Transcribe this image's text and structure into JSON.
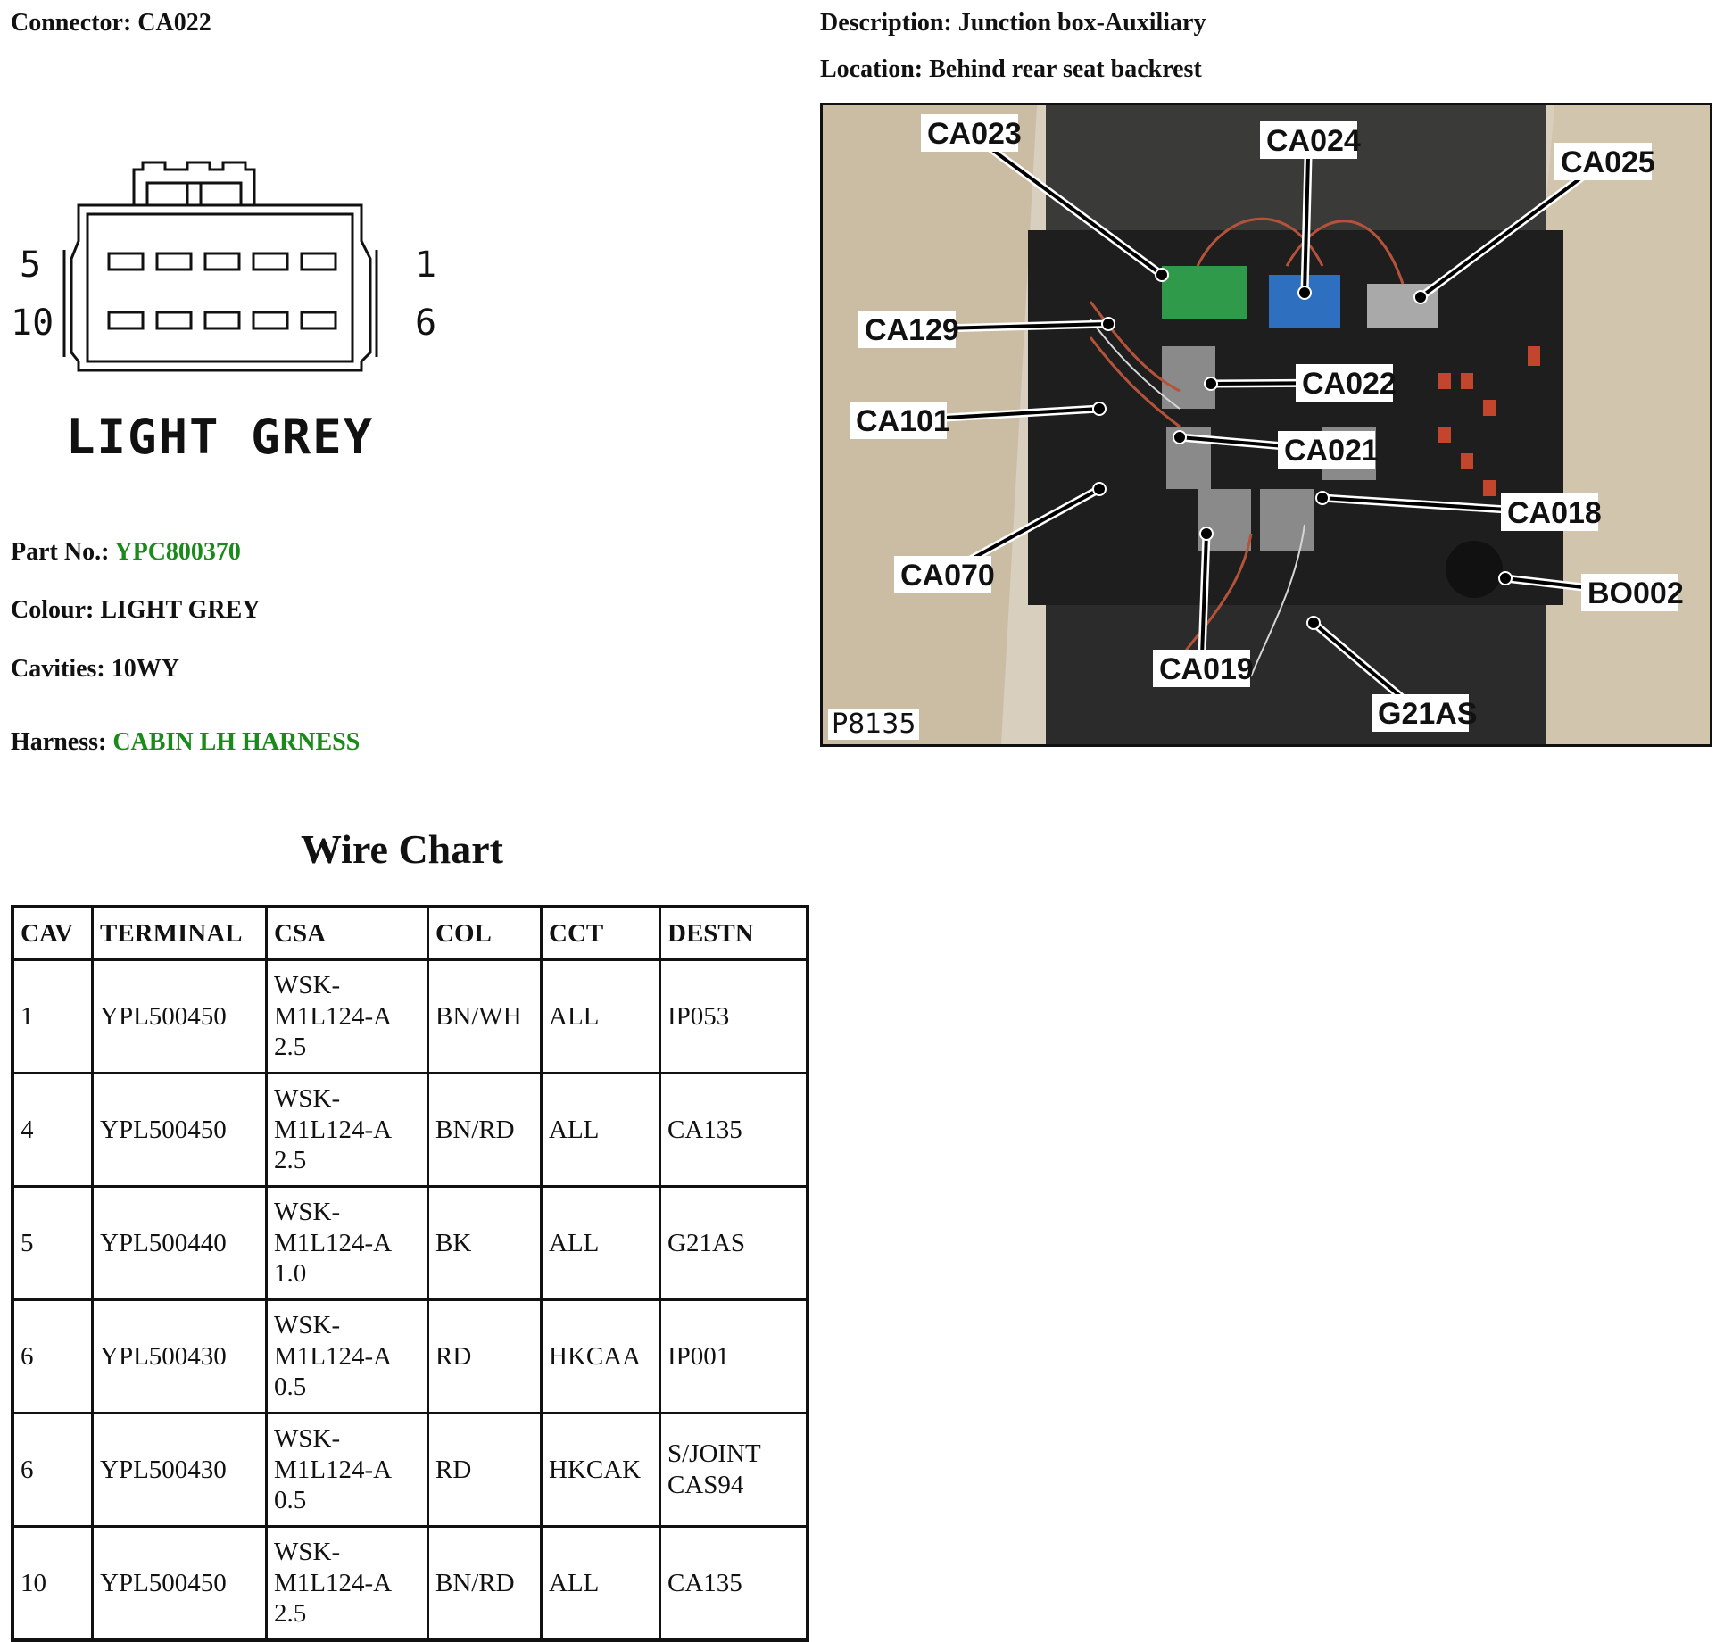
{
  "header": {
    "connector_label": "Connector:",
    "connector_value": "CA022",
    "description_label": "Description:",
    "description_value": "Junction box-Auxiliary",
    "location_label": "Location:",
    "location_value": "Behind rear seat backrest"
  },
  "connector_diagram": {
    "pin_left_top": "5",
    "pin_left_bottom": "10",
    "pin_right_top": "1",
    "pin_right_bottom": "6",
    "colour_text": "LIGHT GREY"
  },
  "details": {
    "part_label": "Part No.:",
    "part_value": "YPC800370",
    "colour_label": "Colour:",
    "colour_value": "LIGHT GREY",
    "cavities_label": "Cavities:",
    "cavities_value": "10WY",
    "harness_label": "Harness:",
    "harness_value": "CABIN LH HARNESS",
    "link_color": "#1a8a1a"
  },
  "photo": {
    "ref": "P8135",
    "callouts": [
      "CA023",
      "CA024",
      "CA025",
      "CA129",
      "CA022",
      "CA101",
      "CA021",
      "CA018",
      "CA070",
      "BO002",
      "CA019",
      "G21AS"
    ]
  },
  "wire_chart": {
    "title": "Wire Chart",
    "columns": [
      "CAV",
      "TERMINAL",
      "CSA",
      "COL",
      "CCT",
      "DESTN"
    ],
    "rows": [
      {
        "cav": "1",
        "terminal": "YPL500450",
        "csa": [
          "WSK-",
          "M1L124-A",
          "2.5"
        ],
        "col": "BN/WH",
        "cct": "ALL",
        "destn": [
          "IP053"
        ]
      },
      {
        "cav": "4",
        "terminal": "YPL500450",
        "csa": [
          "WSK-",
          "M1L124-A",
          "2.5"
        ],
        "col": "BN/RD",
        "cct": "ALL",
        "destn": [
          "CA135"
        ]
      },
      {
        "cav": "5",
        "terminal": "YPL500440",
        "csa": [
          "WSK-",
          "M1L124-A",
          "1.0"
        ],
        "col": "BK",
        "cct": "ALL",
        "destn": [
          "G21AS"
        ]
      },
      {
        "cav": "6",
        "terminal": "YPL500430",
        "csa": [
          "WSK-",
          "M1L124-A",
          "0.5"
        ],
        "col": "RD",
        "cct": "HKCAA",
        "destn": [
          "IP001"
        ]
      },
      {
        "cav": "6",
        "terminal": "YPL500430",
        "csa": [
          "WSK-",
          "M1L124-A",
          "0.5"
        ],
        "col": "RD",
        "cct": "HKCAK",
        "destn": [
          "S/JOINT",
          "CAS94"
        ]
      },
      {
        "cav": "10",
        "terminal": "YPL500450",
        "csa": [
          "WSK-",
          "M1L124-A",
          "2.5"
        ],
        "col": "BN/RD",
        "cct": "ALL",
        "destn": [
          "CA135"
        ]
      }
    ]
  }
}
